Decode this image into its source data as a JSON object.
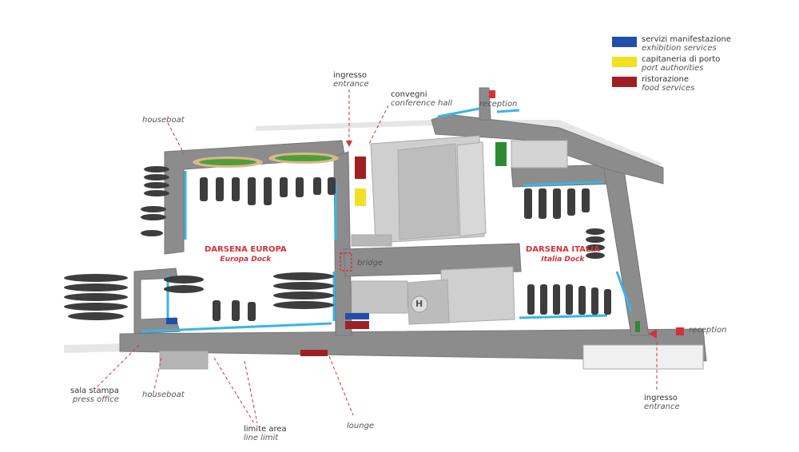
{
  "legend": {
    "items": [
      {
        "label": "servizi manifestazione",
        "sublabel": "exhibition services",
        "color": "#1f4fa8"
      },
      {
        "label": "capitaneria di porto",
        "sublabel": "port authorities",
        "color": "#f2e024"
      },
      {
        "label": "ristorazione",
        "sublabel": "food services",
        "color": "#a01f24"
      }
    ]
  },
  "docks": {
    "europa": {
      "name": "DARSENA EUROPA",
      "subname": "Europa Dock"
    },
    "italia": {
      "name": "DARSENA ITALIA",
      "subname": "Italia Dock"
    }
  },
  "labels": {
    "ingresso_top": {
      "main": "ingresso",
      "sub": "entrance"
    },
    "convegni": {
      "main": "convegni",
      "sub": "conference hall"
    },
    "reception_top": {
      "main": "reception"
    },
    "houseboat_top": {
      "main": "houseboat"
    },
    "bridge": {
      "main": "bridge"
    },
    "sala_stampa": {
      "main": "sala stampa",
      "sub": "press office"
    },
    "houseboat_bottom": {
      "main": "houseboat"
    },
    "limite_area": {
      "main": "limite area",
      "sub": "line limit"
    },
    "lounge": {
      "main": "lounge"
    },
    "ingresso_bottom": {
      "main": "ingresso",
      "sub": "entrance"
    },
    "reception_right": {
      "main": "reception"
    },
    "helipad": {
      "main": "H"
    }
  },
  "colors": {
    "accent_red": "#d4323a",
    "quay_gray": "#8a8a8a",
    "edge_cyan": "#3ab4e6",
    "building": "#c9c9c9"
  }
}
